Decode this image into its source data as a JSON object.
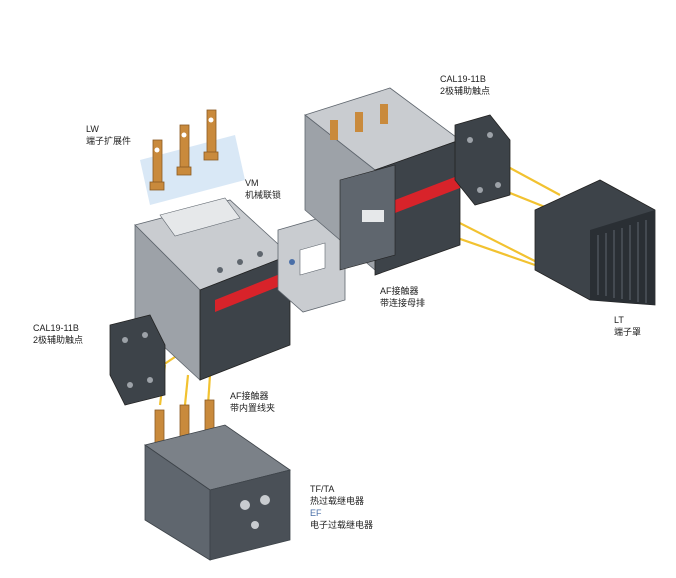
{
  "colors": {
    "housing_light": "#c9ccd0",
    "housing_mid": "#9da2a8",
    "housing_dark": "#5f666e",
    "housing_black": "#3d4349",
    "accent_red": "#d8232a",
    "copper": "#c98a3c",
    "guide_yellow": "#f2c230",
    "guide_blue": "#b9d6ef"
  },
  "labels": {
    "lw": {
      "code": "LW",
      "desc": "端子扩展件"
    },
    "vm": {
      "code": "VM",
      "desc": "机械联锁"
    },
    "cal_top": {
      "code": "CAL19-11B",
      "desc": "2极辅助触点"
    },
    "cal_left": {
      "code": "CAL19-11B",
      "desc": "2极辅助触点"
    },
    "af_busbar": {
      "code": "AF接触器",
      "desc": "带连接母排"
    },
    "lt": {
      "code": "LT",
      "desc": "端子罩"
    },
    "af_inner": {
      "code": "AF接触器",
      "desc": "带内置线夹"
    },
    "tfta": {
      "code": "TF/TA",
      "desc": "热过载继电器",
      "ef_code": "EF",
      "ef_desc": "电子过载继电器"
    }
  },
  "icons": {
    "contactor": "contactor-icon",
    "aux_contact": "auxiliary-contact-icon",
    "interlock": "mechanical-interlock-icon",
    "terminal_cover": "terminal-cover-icon",
    "terminal_extension": "terminal-extension-icon",
    "overload_relay": "overload-relay-icon"
  }
}
